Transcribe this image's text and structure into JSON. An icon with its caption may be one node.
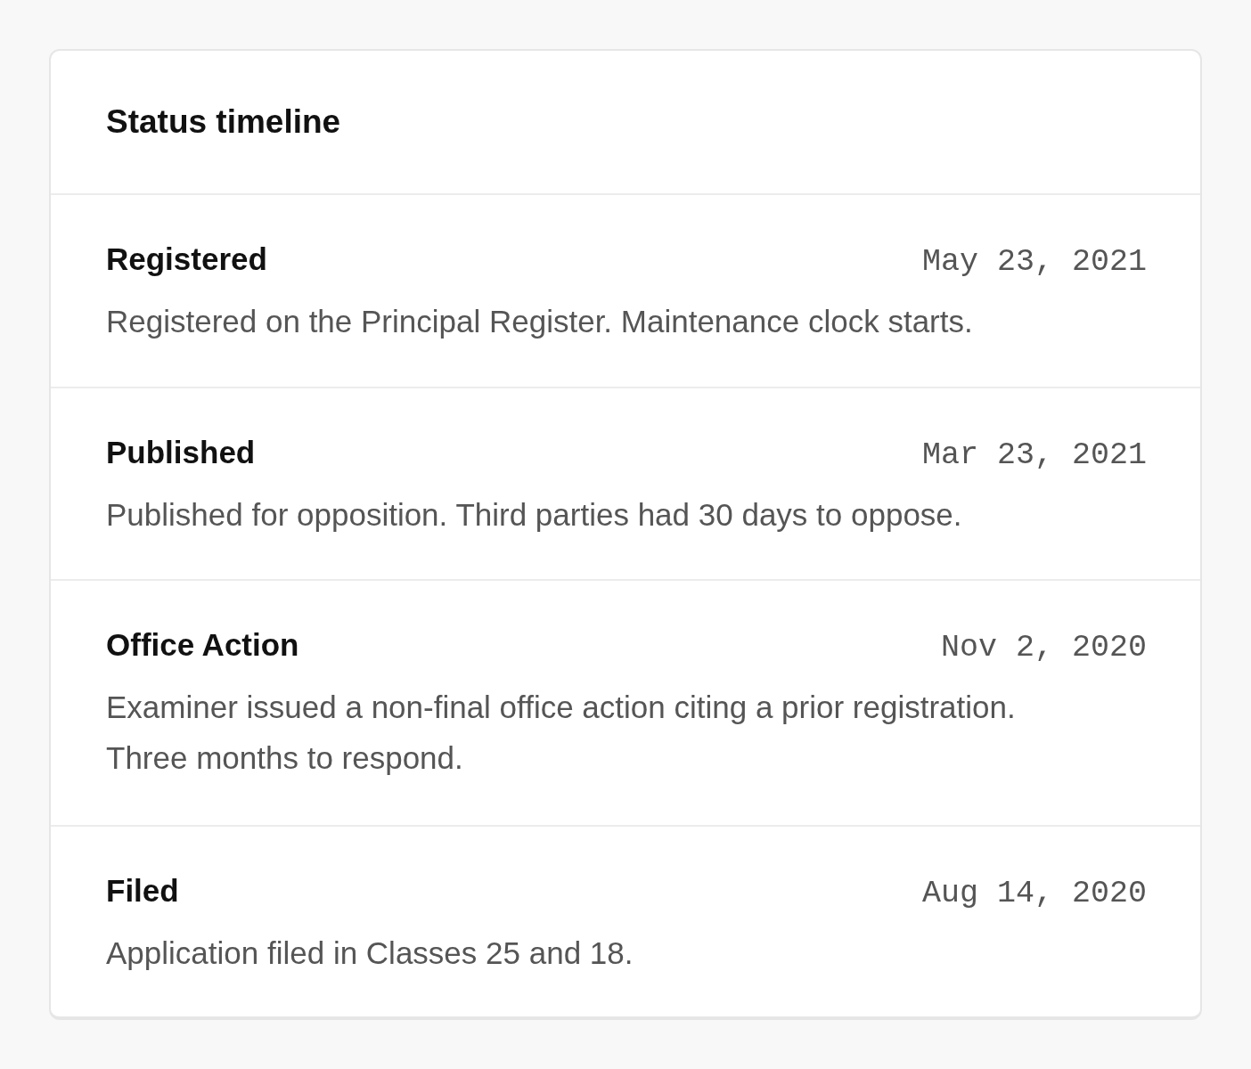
{
  "diagram": {
    "nodes": [
      {
        "text": [
          "Status timeline"
        ]
      },
      {
        "text": [
          "Registered",
          "May 23, 2021",
          "Registered on the Principal Register. Maintenance clock starts."
        ],
        "in": 0
      },
      {
        "text": [
          "Published",
          "Mar 23, 2021",
          "Published for opposition. Third parties had 30 days to oppose."
        ],
        "in": 0
      },
      {
        "text": [
          "Office Action",
          "Nov 2, 2020",
          "Examiner issued a non-final office action citing a prior registration. Three months to respond."
        ],
        "in": 0
      },
      {
        "text": [
          "Filed",
          "Aug 14, 2020",
          "Application filed in Classes 25 and 18."
        ],
        "in": 0
      }
    ]
  }
}
